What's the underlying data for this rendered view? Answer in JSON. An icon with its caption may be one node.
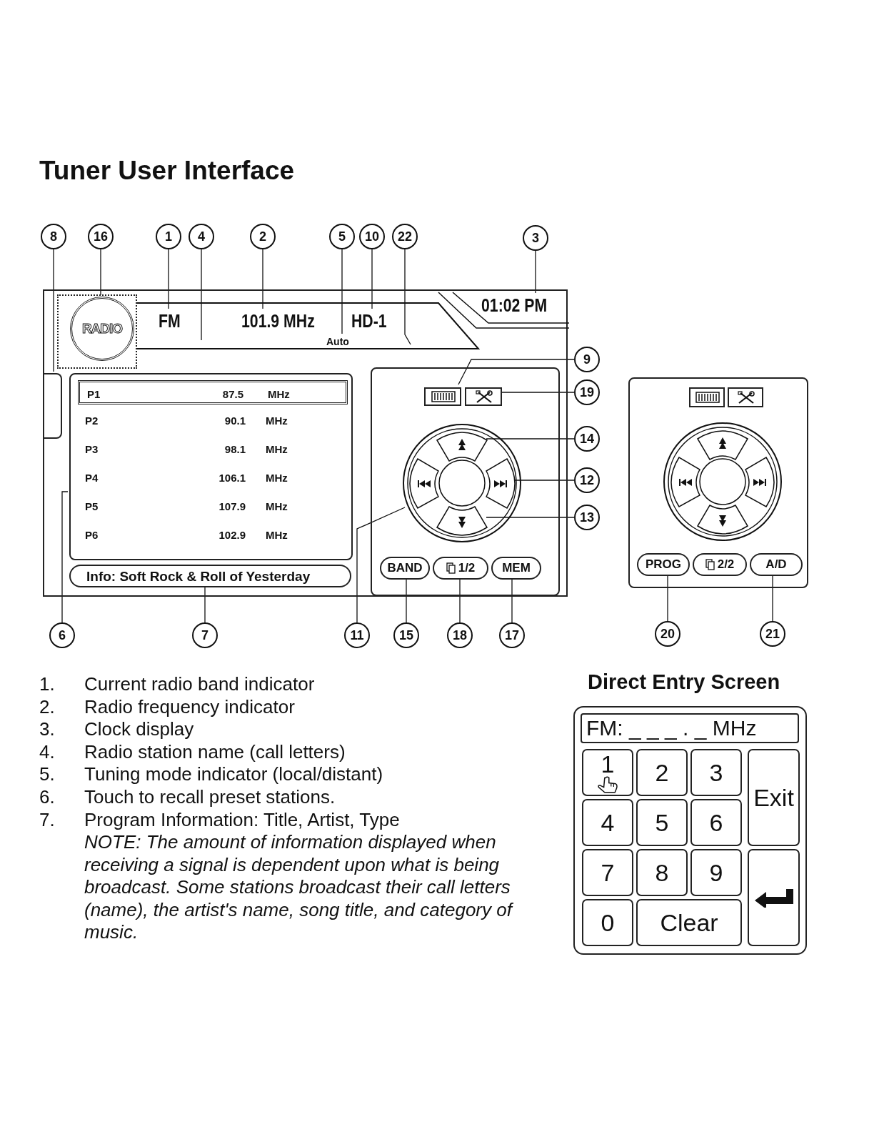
{
  "diagram": {
    "title": "Tuner User Interface",
    "nodes": [
      {
        "text": [],
        "shape": "box"
      },
      {
        "text": [
          "RADIO"
        ],
        "in": 0
      },
      {
        "text": [
          "FM"
        ],
        "in": 0
      },
      {
        "text": [
          "101.9 MHz"
        ],
        "in": 0
      },
      {
        "text": [
          "HD-1"
        ],
        "in": 0
      },
      {
        "text": [
          "Auto"
        ],
        "in": 0
      },
      {
        "text": [
          "01:02 PM"
        ],
        "in": 0
      },
      {
        "text": [],
        "shape": "box",
        "in": 0
      },
      {
        "text": [],
        "shape": "box",
        "in": 0
      },
      {
        "text": [
          "P1",
          "87.5",
          "MHz"
        ],
        "in": 8
      },
      {
        "text": [
          "P2",
          "90.1",
          "MHz"
        ],
        "in": 8
      },
      {
        "text": [
          "P3",
          "98.1",
          "MHz"
        ],
        "in": 8
      },
      {
        "text": [
          "P4",
          "106.1",
          "MHz"
        ],
        "in": 8
      },
      {
        "text": [
          "P5",
          "107.9",
          "MHz"
        ],
        "in": 8
      },
      {
        "text": [
          "P6",
          "102.9",
          "MHz"
        ],
        "in": 8
      },
      {
        "text": [
          "Info: Soft Rock & Roll of Yesterday"
        ],
        "in": 0
      },
      {
        "text": [],
        "shape": "box",
        "in": 0
      },
      {
        "text": [],
        "shape": "box",
        "in": 16
      },
      {
        "text": [],
        "shape": "box",
        "in": 16
      },
      {
        "text": [],
        "shape": "box",
        "in": 16
      },
      {
        "text": [],
        "shape": "box",
        "in": 16
      },
      {
        "text": [],
        "shape": "box",
        "in": 16
      },
      {
        "text": [],
        "shape": "box",
        "in": 16
      },
      {
        "text": [
          "BAND"
        ],
        "in": 16
      },
      {
        "text": [
          "1/2"
        ],
        "in": 16
      },
      {
        "text": [
          "MEM"
        ],
        "in": 16
      },
      {
        "text": [],
        "shape": "box"
      },
      {
        "text": [
          "PROG"
        ],
        "in": 26
      },
      {
        "text": [
          "2/2"
        ],
        "in": 26
      },
      {
        "text": [
          "A/D"
        ],
        "in": 26
      },
      {
        "text": [
          "8"
        ]
      },
      {
        "text": [
          "16"
        ]
      },
      {
        "text": [
          "1"
        ]
      },
      {
        "text": [
          "4"
        ]
      },
      {
        "text": [
          "2"
        ]
      },
      {
        "text": [
          "5"
        ]
      },
      {
        "text": [
          "10"
        ]
      },
      {
        "text": [
          "22"
        ]
      },
      {
        "text": [
          "3"
        ]
      },
      {
        "text": [
          "9"
        ]
      },
      {
        "text": [
          "19"
        ]
      },
      {
        "text": [
          "14"
        ]
      },
      {
        "text": [
          "12"
        ]
      },
      {
        "text": [
          "13"
        ]
      },
      {
        "text": [
          "6"
        ]
      },
      {
        "text": [
          "7"
        ]
      },
      {
        "text": [
          "11"
        ]
      },
      {
        "text": [
          "15"
        ]
      },
      {
        "text": [
          "18"
        ]
      },
      {
        "text": [
          "17"
        ]
      },
      {
        "text": [
          "20"
        ]
      },
      {
        "text": [
          "21"
        ]
      },
      {
        "text": [
          "Direct Entry Screen"
        ]
      },
      {
        "text": [
          "FM: _ _ _ . _ MHz"
        ],
        "in": 52
      },
      {
        "text": [
          "1"
        ],
        "in": 52
      },
      {
        "text": [
          "2"
        ],
        "in": 52
      },
      {
        "text": [
          "3"
        ],
        "in": 52
      },
      {
        "text": [
          "Exit"
        ],
        "in": 52
      },
      {
        "text": [
          "4"
        ],
        "in": 52
      },
      {
        "text": [
          "5"
        ],
        "in": 52
      },
      {
        "text": [
          "6"
        ],
        "in": 52
      },
      {
        "text": [
          "7"
        ],
        "in": 52
      },
      {
        "text": [
          "8"
        ],
        "in": 52
      },
      {
        "text": [
          "9"
        ],
        "in": 52
      },
      {
        "text": [],
        "shape": "box",
        "in": 52
      },
      {
        "text": [
          "0"
        ],
        "in": 52
      },
      {
        "text": [
          "Clear"
        ],
        "in": 52
      }
    ],
    "edges": [
      {
        "from": 30,
        "to": 7,
        "arrow": "none"
      },
      {
        "from": 31,
        "to": 1,
        "arrow": "none"
      },
      {
        "from": 32,
        "to": 2,
        "arrow": "none"
      },
      {
        "from": 33,
        "to": null,
        "arrow": "none"
      },
      {
        "from": 34,
        "to": 3,
        "arrow": "none"
      },
      {
        "from": 35,
        "to": 5,
        "arrow": "none"
      },
      {
        "from": 36,
        "to": 4,
        "arrow": "none"
      },
      {
        "from": 37,
        "to": null,
        "arrow": "none"
      },
      {
        "from": 38,
        "to": 6,
        "arrow": "none"
      },
      {
        "from": 39,
        "to": 17,
        "arrow": "none"
      },
      {
        "from": 40,
        "to": 18,
        "arrow": "none"
      },
      {
        "from": 41,
        "to": 19,
        "arrow": "none"
      },
      {
        "from": 42,
        "to": 21,
        "arrow": "none"
      },
      {
        "from": 43,
        "to": 22,
        "arrow": "none"
      },
      {
        "from": 44,
        "to": 8,
        "arrow": "none"
      },
      {
        "from": 45,
        "to": 15,
        "arrow": "none"
      },
      {
        "from": 46,
        "to": 20,
        "arrow": "none"
      },
      {
        "from": 47,
        "to": 23,
        "arrow": "none"
      },
      {
        "from": 48,
        "to": 24,
        "arrow": "none"
      },
      {
        "from": 49,
        "to": 25,
        "arrow": "none"
      },
      {
        "from": 50,
        "to": 27,
        "arrow": "none"
      },
      {
        "from": 51,
        "to": 29,
        "arrow": "none"
      }
    ],
    "labels": [
      "1.",
      "Current radio band indicator",
      "2.",
      "Radio frequency indicator",
      "3.",
      "Clock display",
      "4.",
      "Radio station name (call letters)",
      "5.",
      "Tuning mode indicator (local/distant)",
      "6.",
      "Touch to recall preset stations.",
      "7.",
      "Program Information: Title, Artist, Type",
      "NOTE: The amount of information displayed when receiving a signal is dependent upon what is being broadcast. Some stations broadcast their call letters (name), the artist's name, song title, and category of music."
    ]
  }
}
